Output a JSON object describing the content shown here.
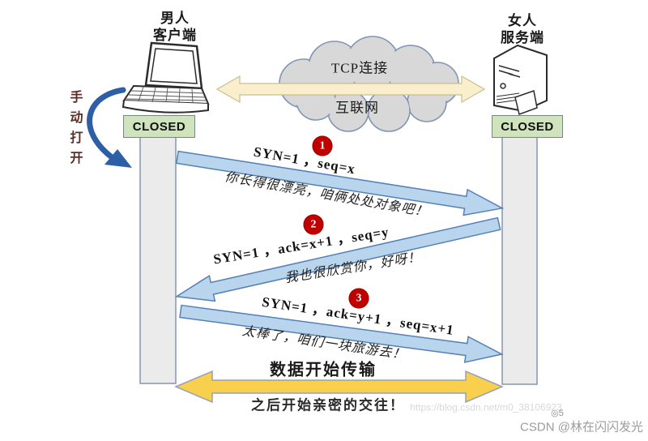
{
  "client": {
    "title": "男人\n客户端",
    "state": "CLOSED"
  },
  "server": {
    "title": "女人\n服务端",
    "state": "CLOSED"
  },
  "cloud": {
    "top_label": "TCP连接",
    "bottom_label": "互联网"
  },
  "manual_open": "手\n动\n打\n开",
  "steps": [
    {
      "num": "1",
      "label": "SYN=1 ，seq=x",
      "message": "你长得很漂亮，咱俩处处对象吧！"
    },
    {
      "num": "2",
      "label": "SYN=1 ，ack=x+1 ，seq=y",
      "message": "我也很欣赏你，好呀！"
    },
    {
      "num": "3",
      "label": "SYN=1 ，ack=y+1 ，seq=x+1",
      "message": "太棒了，咱们一块旅游去！"
    }
  ],
  "data_transfer": {
    "title": "数据开始传输",
    "subtitle": "之后开始亲密的交往！"
  },
  "watermark": {
    "url": "https://blog.csdn.net/m0_38106923",
    "badge": "◎5",
    "author": "CSDN @林在闪闪发光"
  },
  "colors": {
    "closed_fill": "#cfe3bd",
    "lifeline_fill": "#ebebeb",
    "lifeline_border": "#8496b0",
    "handshake_arrow_fill": "#b9d5ee",
    "handshake_arrow_border": "#5580b4",
    "data_arrow_fill": "#f9cf4e",
    "tcp_arrow_fill": "#f9efcd",
    "cloud_fill": "#d8d8d8",
    "step_circle": "#c00000",
    "manual_arrow": "#2d5fa6"
  }
}
